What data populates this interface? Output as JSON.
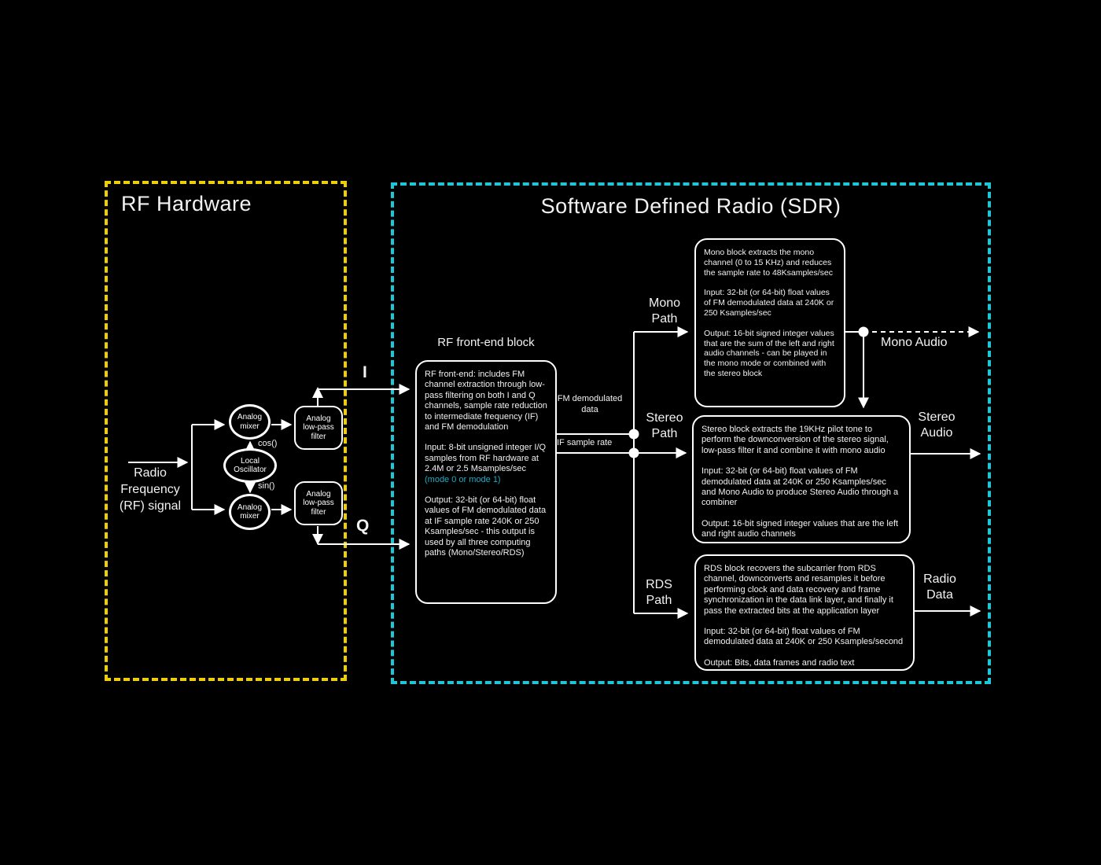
{
  "colors": {
    "background": "#000000",
    "rf_hardware_border": "#f0cf00",
    "sdr_border": "#1ec7d8",
    "mode_text": "#1aaec6",
    "foreground": "#ffffff"
  },
  "rf_hardware": {
    "title": "RF Hardware",
    "signal_label": "Radio Frequency (RF) signal",
    "mixer_label": "Analog mixer",
    "oscillator_label": "Local Oscillator",
    "filter_label": "Analog low-pass filter",
    "cos_label": "cos()",
    "sin_label": "sin()"
  },
  "signals": {
    "i": "I",
    "q": "Q"
  },
  "sdr": {
    "title": "Software Defined Radio (SDR)",
    "front_end": {
      "title": "RF front-end block",
      "description": "RF front-end: includes FM channel extraction through low-pass filtering on both I and Q channels, sample rate reduction to intermediate frequency (IF) and FM demodulation",
      "input_text": "Input: 8-bit unsigned integer I/Q samples from RF hardware at 2.4M or 2.5 Msamples/sec",
      "input_mode": "(mode 0 or mode 1)",
      "output_text": "Output: 32-bit (or 64-bit) float values of FM demodulated data at IF sample rate 240K or 250 Ksamples/sec - this output is used by all three computing paths (Mono/Stereo/RDS)"
    },
    "bus": {
      "fm_demodulated": "FM demodulated data",
      "if_sample_rate": "IF sample rate"
    },
    "paths": {
      "mono": "Mono Path",
      "stereo": "Stereo Path",
      "rds": "RDS Path"
    },
    "mono_block": {
      "description": "Mono block extracts the mono channel (0 to 15 KHz) and reduces the sample rate to 48Ksamples/sec",
      "input": "Input: 32-bit (or 64-bit) float values of FM demodulated data at 240K or 250 Ksamples/sec",
      "output": "Output: 16-bit signed integer values that are the sum of the left and right audio channels - can be played in the mono mode or combined with the stereo block"
    },
    "stereo_block": {
      "description": "Stereo block extracts the 19KHz pilot tone to perform the downconversion of the stereo signal, low-pass filter it and combine it with mono audio",
      "input": "Input: 32-bit (or 64-bit) float values of FM demodulated data at 240K or 250 Ksamples/sec and Mono Audio to produce Stereo Audio through a combiner",
      "output": "Output: 16-bit signed integer values that are the left and right audio channels"
    },
    "rds_block": {
      "description": "RDS block recovers the subcarrier from RDS channel, downconverts and resamples it before performing clock and data recovery and frame synchronization in the data link layer, and finally it pass the extracted bits at the application layer",
      "input": "Input: 32-bit (or 64-bit) float values of FM demodulated data at 240K or 250 Ksamples/second",
      "output": "Output: Bits, data frames and radio text"
    },
    "outputs": {
      "mono": "Mono Audio",
      "stereo": "Stereo Audio",
      "rds": "Radio Data"
    }
  }
}
